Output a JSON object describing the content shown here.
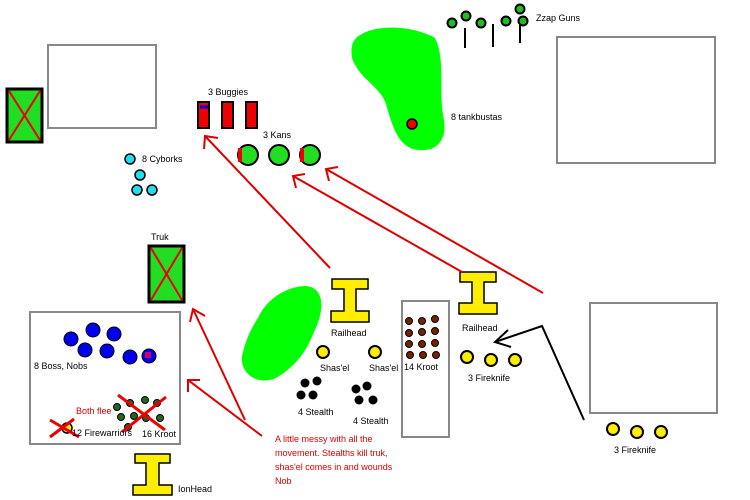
{
  "labels": {
    "zzap_guns": "Zzap Guns",
    "buggies": "3 Buggies",
    "tankbustas": "8 tankbustas",
    "kans": "3 Kans",
    "cyborks": "8 Cyborks",
    "truk": "Truk",
    "boss_nobs": "8 Boss, Nobs",
    "firewarriors": "12 Firewarriors",
    "kroot_16": "16 Kroot",
    "kroot_14": "14 Kroot",
    "railhead_left": "Railhead",
    "railhead_right": "Railhead",
    "shasel_left": "Shas'el",
    "shasel_right": "Shas'el",
    "stealth_left": "4 Stealth",
    "stealth_right": "4 Stealth",
    "fireknife_a": "3 Fireknife",
    "fireknife_b": "3 Fireknife",
    "ionhead": "IonHead"
  },
  "notes": {
    "both_flee": "Both flee",
    "commentary": [
      "A little messy with all the",
      "movement.  Stealths kill truk,",
      "shas'el comes in and wounds",
      "Nob"
    ]
  },
  "colors": {
    "ork": "#00ff00",
    "ork_vehicle": "#22dd22",
    "buggy": "#ee0000",
    "cyborks": "#22ddee",
    "nobs": "#0000ee",
    "tau": "#ffee00",
    "stealth": "#000000",
    "kroot": "#772200",
    "kroot16": "#226622",
    "arrow": "#dd0000",
    "note": "#dd0000",
    "cross": "#ee0000"
  }
}
